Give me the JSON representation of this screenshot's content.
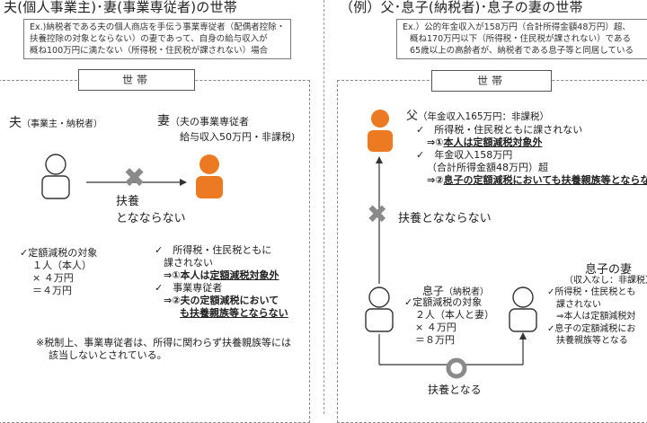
{
  "left": {
    "title": "夫(個人事業主)･妻(事業専従者)の世帯",
    "note_lines": [
      "Ex.)納税者である夫の個人商店を手伝う事業専従者（配偶者控除・",
      "扶養控除の対象とならない）の妻であって、自身の給与収入が",
      "概ね100万円に満たない（所得税・住民税が課されない）場合"
    ],
    "household_label": "世帯",
    "husband": {
      "name": "夫",
      "role": "（事業主・納税者）"
    },
    "wife": {
      "name": "妻",
      "role": "（夫の事業専従者",
      "income": "給与収入50万円・非課税)"
    },
    "not_dependent": [
      "扶養",
      "となならない"
    ],
    "husband_calc": [
      "✓定額減税の対象",
      "１人（本人）",
      "× ４万円",
      "＝４万円"
    ],
    "wife_calc": {
      "check1": "✓　所得税・住民税ともに",
      "check1b": "課されない",
      "arrow1_prefix": "⇒①本人は",
      "arrow1_em": "定額減税対象外",
      "check2": "✓　事業専従者",
      "arrow2_prefix": "⇒②",
      "arrow2_em": "夫の定額減税において",
      "arrow2b": "も扶養親族等とならない"
    },
    "footnote": [
      "※税制上、事業専従者は、所得に関わらず扶養親族等には",
      "該当しないとされている。"
    ]
  },
  "right": {
    "title": "（例）父･息子(納税者)･息子の妻の世帯",
    "note_lines": [
      "Ex.）公的年金収入が158万円（合計所得金額48万円）超、",
      "概ね170万円以下（所得税・住民税が課されない）である",
      "65歳以上の高齢者が、納税者である息子等と同居している"
    ],
    "household_label": "世帯",
    "father": {
      "name": "父",
      "income": "（年金収入165万円：非課税）",
      "check1": "✓　所得税・住民税ともに課されない",
      "arrow1_prefix": "⇒①",
      "arrow1_em": "本人は定額減税対象外",
      "check2": "✓　年金収入158万円",
      "check2b": "（合計所得金額48万円）超",
      "arrow2_prefix": "⇒②",
      "arrow2_em": "息子の定額減税においても扶養親族等とならない"
    },
    "not_dependent": "扶養となならない",
    "son": {
      "name": "息子",
      "role": "（納税者）",
      "calc": [
        "✓定額減税の対象",
        "２人（本人と妻）",
        "× ４万円",
        "＝８万円"
      ]
    },
    "son_wife": {
      "name": "息子の妻",
      "income": "（収入なし：非課税）",
      "lines": [
        "✓所得税・住民税とも",
        "課されない",
        "⇒本人は定額減税対",
        "✓息子の定額減税にお",
        "扶養親族等となる"
      ]
    },
    "dependent": "扶養となる"
  },
  "colors": {
    "orange": "#ec7a22",
    "gray": "#8a8a8a",
    "border": "#555555"
  }
}
